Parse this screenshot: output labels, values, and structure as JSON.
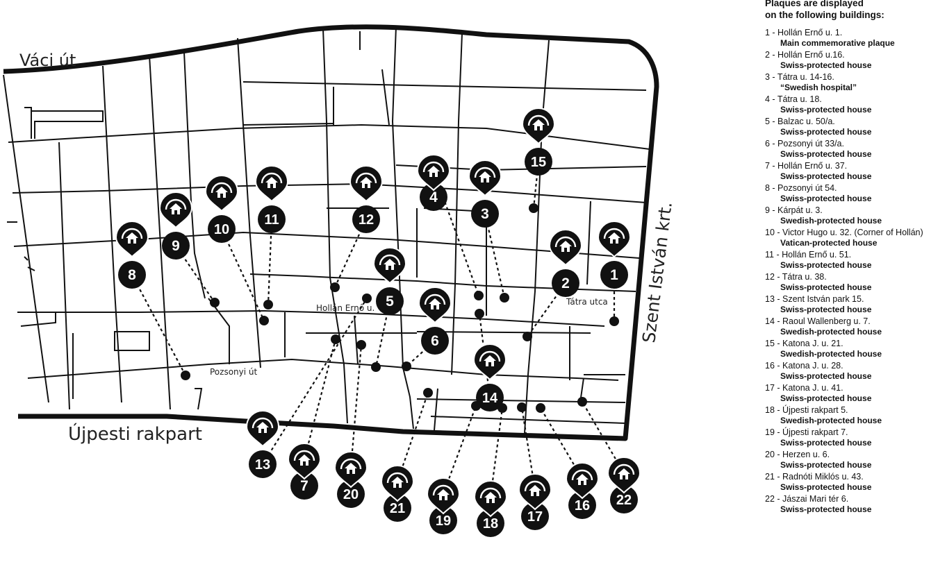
{
  "map": {
    "street_labels": {
      "vaci": "Váci út",
      "ujpesti": "Újpesti rakpart",
      "szent_istvan": "Szent István krt.",
      "hollan": "Hollán Ernő u.",
      "tatra": "Tátra utca",
      "pozsonyi": "Pozsonyi út"
    },
    "markers": [
      {
        "number": "1",
        "icon": "house-pin-icon"
      },
      {
        "number": "2",
        "icon": "house-pin-icon"
      },
      {
        "number": "3",
        "icon": "house-pin-icon"
      },
      {
        "number": "4",
        "icon": "house-pin-icon"
      },
      {
        "number": "5",
        "icon": "house-pin-icon"
      },
      {
        "number": "6",
        "icon": "house-pin-icon"
      },
      {
        "number": "7",
        "icon": "house-pin-icon"
      },
      {
        "number": "8",
        "icon": "house-pin-icon"
      },
      {
        "number": "9",
        "icon": "house-pin-icon"
      },
      {
        "number": "10",
        "icon": "house-pin-icon"
      },
      {
        "number": "11",
        "icon": "house-pin-icon"
      },
      {
        "number": "12",
        "icon": "house-pin-icon"
      },
      {
        "number": "13",
        "icon": "house-pin-icon"
      },
      {
        "number": "14",
        "icon": "house-pin-icon"
      },
      {
        "number": "15",
        "icon": "house-pin-icon"
      },
      {
        "number": "16",
        "icon": "house-pin-icon"
      },
      {
        "number": "17",
        "icon": "house-pin-icon"
      },
      {
        "number": "18",
        "icon": "house-pin-icon"
      },
      {
        "number": "19",
        "icon": "house-pin-icon"
      },
      {
        "number": "20",
        "icon": "house-pin-icon"
      },
      {
        "number": "21",
        "icon": "house-pin-icon"
      },
      {
        "number": "22",
        "icon": "house-pin-icon"
      }
    ]
  },
  "legend": {
    "title_line1": "Plaques are displayed",
    "title_line2": "on the following buildings:",
    "items": [
      {
        "address": "1 - Hollán Ernő u. 1.",
        "type": "Main commemorative plaque"
      },
      {
        "address": "2 - Hollán Ernő u.16.",
        "type": "Swiss-protected house"
      },
      {
        "address": "3 - Tátra u. 14-16.",
        "type": "“Swedish hospital”"
      },
      {
        "address": "4 - Tátra u. 18.",
        "type": "Swiss-protected house"
      },
      {
        "address": "5 - Balzac u. 50/a.",
        "type": "Swiss-protected house"
      },
      {
        "address": "6 - Pozsonyi út 33/a.",
        "type": "Swiss-protected house"
      },
      {
        "address": "7 - Hollán Ernő u. 37.",
        "type": "Swiss-protected house"
      },
      {
        "address": "8 - Pozsonyi út 54.",
        "type": "Swiss-protected house"
      },
      {
        "address": "9 - Kárpát u. 3.",
        "type": "Swedish-protected house"
      },
      {
        "address": "10 - Victor Hugo u. 32. (Corner of Hollán)",
        "type": "Vatican-protected house"
      },
      {
        "address": "11 - Hollán Ernő u. 51.",
        "type": "Swiss-protected house"
      },
      {
        "address": "12 - Tátra u. 38.",
        "type": "Swiss-protected house"
      },
      {
        "address": "13 - Szent István park 15.",
        "type": "Swiss-protected house"
      },
      {
        "address": "14 - Raoul Wallenberg u. 7.",
        "type": "Swedish-protected house"
      },
      {
        "address": "15 - Katona J. u. 21.",
        "type": "Swedish-protected house"
      },
      {
        "address": "16 - Katona J. u. 28.",
        "type": "Swiss-protected house"
      },
      {
        "address": "17 - Katona J. u. 41.",
        "type": "Swiss-protected house"
      },
      {
        "address": "18 - Újpesti rakpart 5.",
        "type": "Swedish-protected house"
      },
      {
        "address": "19 - Újpesti rakpart 7.",
        "type": "Swiss-protected house"
      },
      {
        "address": "20 - Herzen u. 6.",
        "type": "Swiss-protected house"
      },
      {
        "address": "21 - Radnóti Miklós u. 43.",
        "type": "Swiss-protected house"
      },
      {
        "address": "22 - Jászai Mari tér 6.",
        "type": "Swiss-protected house"
      }
    ]
  }
}
